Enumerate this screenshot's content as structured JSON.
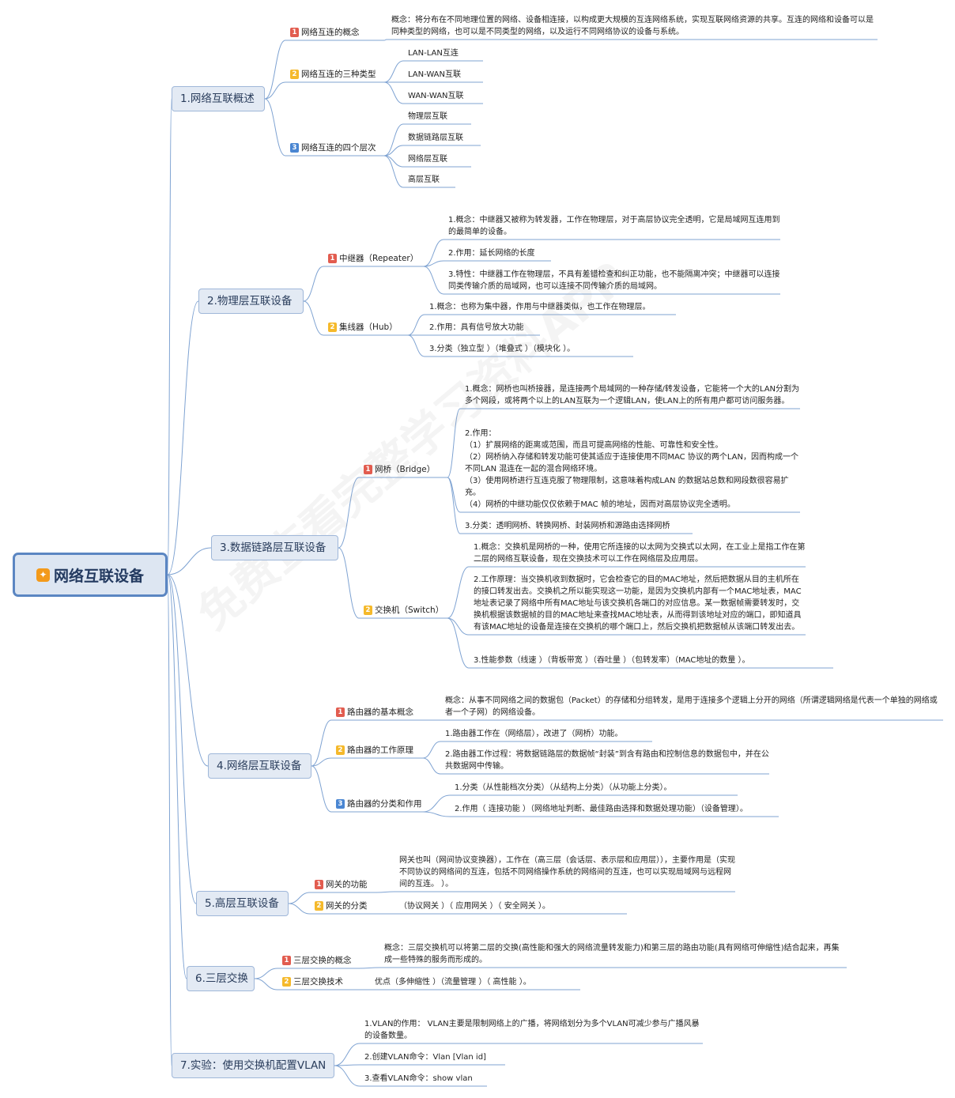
{
  "root": {
    "title": "网络互联设备"
  },
  "watermark": "免费查看完整学习资料APP",
  "branches": [
    {
      "label": "1.网络互联概述",
      "children": [
        {
          "label": "网络互连的概念",
          "num": "1",
          "leaves": [
            "概念：将分布在不同地理位置的网络、设备相连接，以构成更大规模的互连网络系统，实现互联网络资源的共享。互连的网络和设备可以是同种类型的网络，也可以是不同类型的网络，以及运行不同网络协议的设备与系统。"
          ]
        },
        {
          "label": "网络互连的三种类型",
          "num": "2",
          "leaves": [
            "LAN-LAN互连",
            "LAN-WAN互联",
            "WAN-WAN互联"
          ]
        },
        {
          "label": "网络互连的四个层次",
          "num": "3",
          "leaves": [
            "物理层互联",
            "数据链路层互联",
            "网络层互联",
            "高层互联"
          ]
        }
      ]
    },
    {
      "label": "2.物理层互联设备",
      "children": [
        {
          "label": "中继器（Repeater）",
          "num": "1",
          "leaves": [
            "1.概念：中继器又被称为转发器，工作在物理层，对于高层协议完全透明，它是局域网互连用到的最简单的设备。",
            "2.作用：延长网络的长度",
            "3.特性：中继器工作在物理层，不具有差错检查和纠正功能，也不能隔离冲突；中继器可以连接同类传输介质的局域网，也可以连接不同传输介质的局域网。"
          ]
        },
        {
          "label": "集线器（Hub）",
          "num": "2",
          "leaves": [
            "1.概念：也称为集中器，作用与中继器类似，也工作在物理层。",
            "2.作用：具有信号放大功能",
            "3.分类（独立型 ）（堆叠式 ）（模块化 ）。"
          ]
        }
      ]
    },
    {
      "label": "3.数据链路层互联设备",
      "children": [
        {
          "label": "网桥（Bridge）",
          "num": "1",
          "leaves": [
            "1.概念：网桥也叫桥接器，是连接两个局域网的一种存储/转发设备，它能将一个大的LAN分割为多个网段，或将两个以上的LAN互联为一个逻辑LAN，使LAN上的所有用户都可访问服务器。",
            "2.作用：\n（1）扩展网络的距离或范围，而且可提高网络的性能、可靠性和安全性。\n（2）网桥纳入存储和转发功能可使其适应于连接使用不同MAC 协议的两个LAN，因而构成一个不同LAN 混连在一起的混合网络环境。\n（3）使用网桥进行互连克服了物理限制，这意味着构成LAN 的数据站总数和网段数很容易扩充。\n（4）网桥的中继功能仅仅依赖于MAC 帧的地址，因而对高层协议完全透明。",
            "3.分类：透明网桥、转换网桥、封装网桥和源路由选择网桥"
          ]
        },
        {
          "label": "交换机（Switch）",
          "num": "2",
          "leaves": [
            "1.概念：交换机是网桥的一种，使用它所连接的以太网为交换式以太网，在工业上是指工作在第二层的网络互联设备，现在交换技术可以工作在网络层及应用层。",
            "2.工作原理：当交换机收到数据时，它会检查它的目的MAC地址，然后把数据从目的主机所在的接口转发出去。交换机之所以能实现这一功能，是因为交换机内部有一个MAC地址表，MAC地址表记录了网络中所有MAC地址与该交换机各端口的对应信息。某一数据帧需要转发时，交换机根据该数据帧的目的MAC地址来查找MAC地址表，从而得到该地址对应的端口，即知道具有该MAC地址的设备是连接在交换机的哪个端口上，然后交换机把数据帧从该端口转发出去。",
            "3.性能参数（线速 ）（背板带宽 ）（吞吐量 ）（包转发率）（MAC地址的数量 ）。"
          ]
        }
      ]
    },
    {
      "label": "4.网络层互联设备",
      "children": [
        {
          "label": "路由器的基本概念",
          "num": "1",
          "leaves": [
            "概念：从事不同网络之间的数据包（Packet）的存储和分组转发，是用于连接多个逻辑上分开的网络（所谓逻辑网络是代表一个单独的网络或者一个子网）的网络设备。"
          ]
        },
        {
          "label": "路由器的工作原理",
          "num": "2",
          "leaves": [
            "1.路由器工作在（网络层），改进了（网桥）功能。",
            "2.路由器工作过程：将数据链路层的数据帧“封装”到含有路由和控制信息的数据包中，并在公共数据网中传输。"
          ]
        },
        {
          "label": "路由器的分类和作用",
          "num": "3",
          "leaves": [
            "1.分类（从性能档次分类）（从结构上分类）（从功能上分类）。",
            "2.作用（ 连接功能 ）（网络地址判断、最佳路由选择和数据处理功能）（设备管理）。"
          ]
        }
      ]
    },
    {
      "label": "5.高层互联设备",
      "children": [
        {
          "label": "网关的功能",
          "num": "1",
          "leaves": [
            "网关也叫（网间协议变换器），工作在（高三层（会话层、表示层和应用层）），主要作用是（实现不同协议的网络间的互连，包括不同网络操作系统的网络间的互连，也可以实现局域网与远程网间的互连。 ）。"
          ]
        },
        {
          "label": "网关的分类",
          "num": "2",
          "leaves": [
            "（协议网关 ）（ 应用网关 ）（ 安全网关 ）。"
          ]
        }
      ]
    },
    {
      "label": "6.三层交换",
      "children": [
        {
          "label": "三层交换的概念",
          "num": "1",
          "leaves": [
            "概念：三层交换机可以将第二层的交换(高性能和强大的网络流量转发能力)和第三层的路由功能(具有网络可伸缩性)结合起来，再集成一些特殊的服务而形成的。"
          ]
        },
        {
          "label": "三层交换技术",
          "num": "2",
          "leaves": [
            "优点（多伸缩性 ）（流量管理 ）（ 高性能 ）。"
          ]
        }
      ]
    },
    {
      "label": "7.实验：使用交换机配置VLAN",
      "children": [],
      "leaves": [
        "1.VLAN的作用： VLAN主要是限制网络上的广播，将网络划分为多个VLAN可减少参与广播风暴的设备数量。",
        "2.创建VLAN命令：Vlan [Vlan id]",
        "3.查看VLAN命令：show vlan"
      ]
    }
  ],
  "colors": {
    "line": "#7fa3d2",
    "badge1": "#e25c4f",
    "badge2": "#f5b92b",
    "badge3": "#4a86d2"
  }
}
